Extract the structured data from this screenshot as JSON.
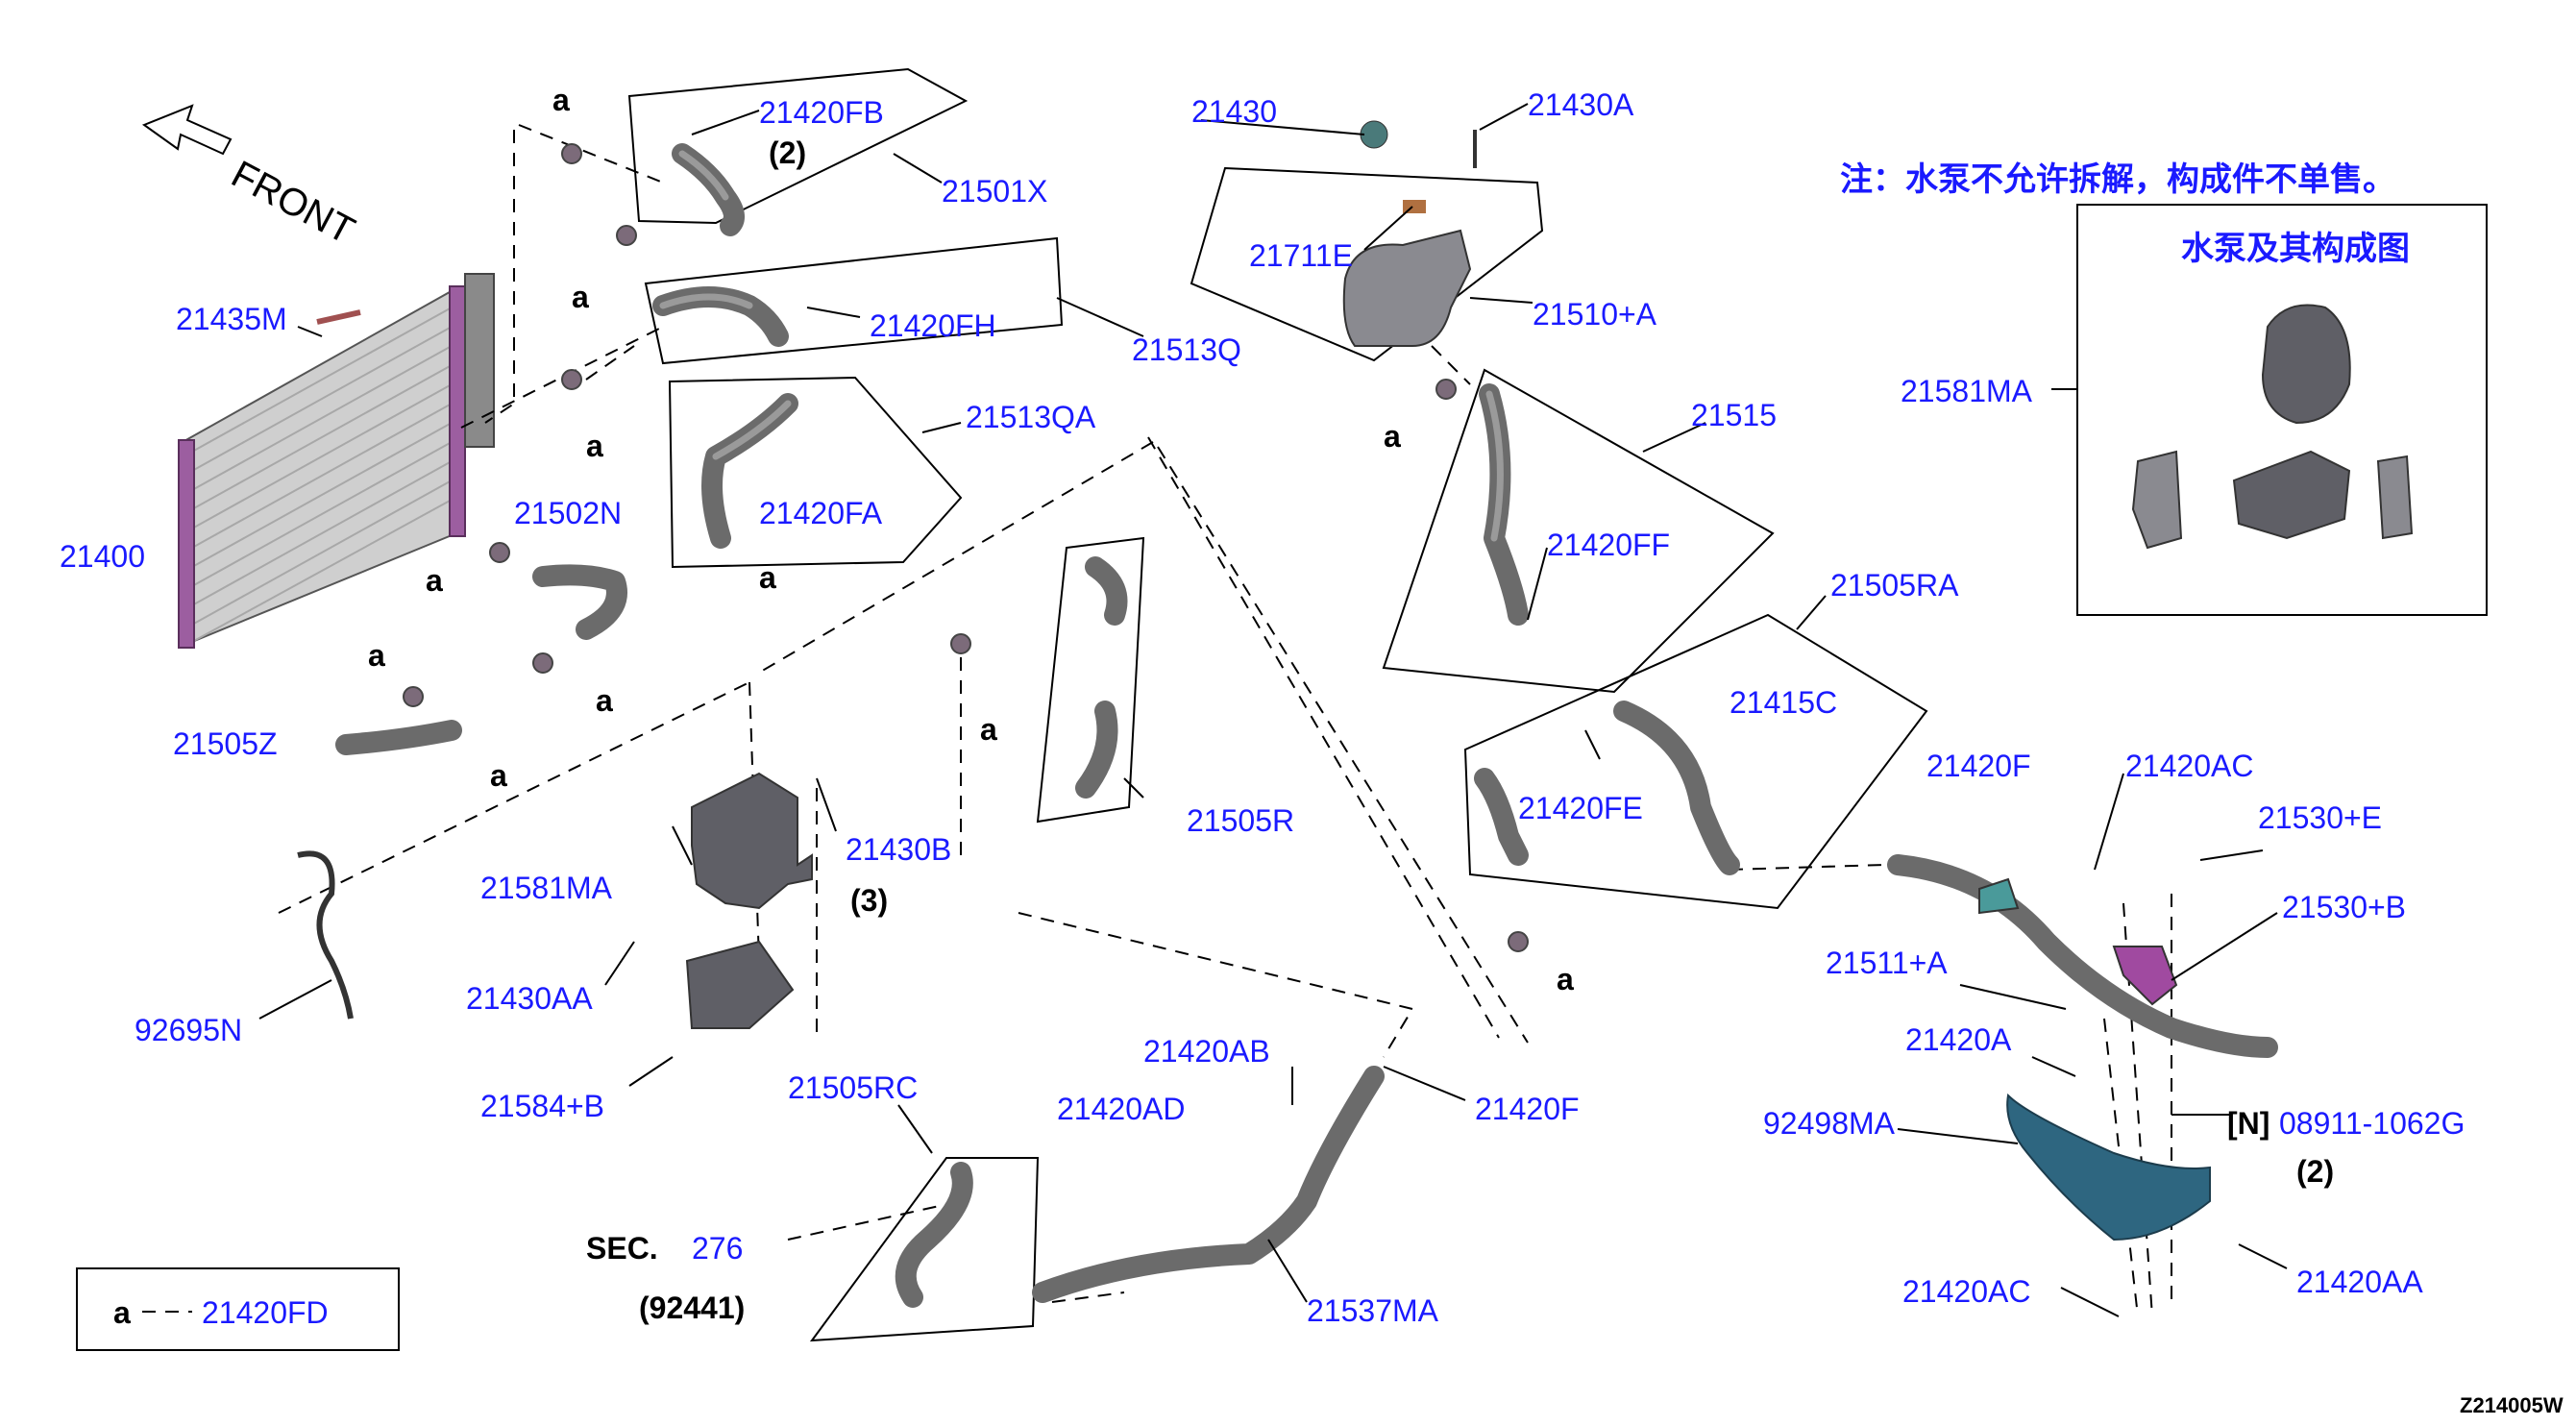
{
  "front_label": "FRONT",
  "note_text": "注：水泵不允许拆解，构成件不单售。",
  "inset_title": "水泵及其构成图",
  "diagram_code": "Z214005W",
  "legend": {
    "symbol": "a",
    "part": "21420FD"
  },
  "sec_ref": {
    "prefix": "SEC.",
    "number": "276",
    "code": "(92441)"
  },
  "qty_markers": [
    "(2)",
    "(3)",
    "(2)"
  ],
  "connector_letter": "a",
  "part_labels": {
    "p21420FB": "21420FB",
    "p21501X": "21501X",
    "p21435M": "21435M",
    "p21420FH": "21420FH",
    "p21513Q": "21513Q",
    "p21513QA": "21513QA",
    "p21420FA": "21420FA",
    "p21400": "21400",
    "p21502N": "21502N",
    "p21505Z": "21505Z",
    "p21581MA_main": "21581MA",
    "p21430B": "21430B",
    "p92695N": "92695N",
    "p21430AA": "21430AA",
    "p21584B": "21584+B",
    "p21505RC": "21505RC",
    "p21420AD": "21420AD",
    "p21420AB": "21420AB",
    "p21420F_lower": "21420F",
    "p21537MA": "21537MA",
    "p21505R": "21505R",
    "p21430": "21430",
    "p21430A": "21430A",
    "p21711E": "21711E",
    "p21510A": "21510+A",
    "p21515": "21515",
    "p21420FF": "21420FF",
    "p21505RA": "21505RA",
    "p21415C": "21415C",
    "p21420FE": "21420FE",
    "p21420F_right": "21420F",
    "p21420AC_top": "21420AC",
    "p21530E": "21530+E",
    "p21530B": "21530+B",
    "p21511A": "21511+A",
    "p21420A": "21420A",
    "p92498MA": "92498MA",
    "p08911_prefix": "[N]",
    "p08911": "08911-1062G",
    "p21420AA": "21420AA",
    "p21420AC_bottom": "21420AC",
    "p21581MA_inset": "21581MA"
  },
  "colors": {
    "label_blue": "#1a1aff",
    "sec_purple": "#9933cc",
    "radiator_tank": "#9c5ea0",
    "reservoir_blue": "#2e6680",
    "bracket_purple": "#a04aa0",
    "clip_mauve": "#7c6b7a"
  }
}
